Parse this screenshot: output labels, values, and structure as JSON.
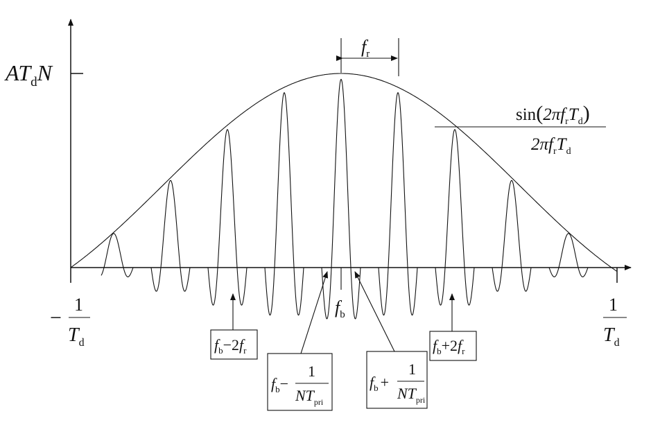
{
  "y_axis_label": {
    "main": "AT",
    "sub": "d",
    "tail": "N"
  },
  "fr_label": {
    "main": "f",
    "sub": "r"
  },
  "fb_label": {
    "main": "f",
    "sub": "b"
  },
  "envelope_formula": {
    "numerator": {
      "pre": "sin",
      "main": "2πf",
      "sub1": "r",
      "mid": "T",
      "sub2": "d"
    },
    "denominator": {
      "main": "2πf",
      "sub1": "r",
      "mid": "T",
      "sub2": "d"
    }
  },
  "x_left_label": {
    "sign": "−",
    "num": "1",
    "den_main": "T",
    "den_sub": "d"
  },
  "x_right_label": {
    "num": "1",
    "den_main": "T",
    "den_sub": "d"
  },
  "boxes": {
    "fb_minus_2fr": {
      "f": "f",
      "fsub": "b",
      "op": "−2",
      "f2": "f",
      "f2sub": "r"
    },
    "fb_minus_1_ntpri": {
      "f": "f",
      "fsub": "b",
      "op": "−",
      "num": "1",
      "den": "NT",
      "densub": "pri"
    },
    "fb_plus_1_ntpri": {
      "f": "f",
      "fsub": "b",
      "op": "+",
      "num": "1",
      "den": "NT",
      "densub": "pri"
    },
    "fb_plus_2fr": {
      "f": "f",
      "fsub": "b",
      "op": "+2",
      "f2": "f",
      "f2sub": "r"
    }
  }
}
